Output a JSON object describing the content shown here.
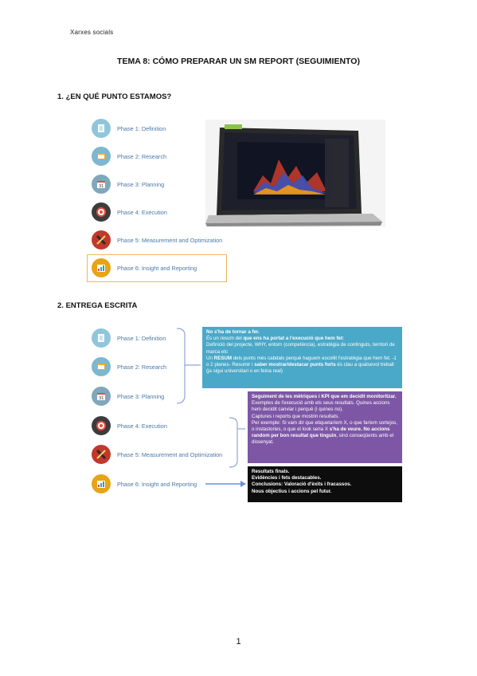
{
  "header": {
    "text": "Xarxes socials"
  },
  "title": "TEMA 8: CÓMO PREPARAR UN SM REPORT (SEGUIMIENTO)",
  "section1": {
    "number": "1.",
    "heading": "¿EN QUÉ PUNTO ESTAMOS?"
  },
  "section2": {
    "number": "2.",
    "heading": "ENTREGA ESCRITA"
  },
  "phases": [
    {
      "label": "Phase 1: Definition",
      "icon": "notebook-icon"
    },
    {
      "label": "Phase 2: Research",
      "icon": "browser-window-icon"
    },
    {
      "label": "Phase 3: Planning",
      "icon": "calendar-icon"
    },
    {
      "label": "Phase 4: Execution",
      "icon": "target-icon"
    },
    {
      "label": "Phase 5: Measurement and Optimization",
      "icon": "ruler-pencil-icon"
    },
    {
      "label": "Phase 6: Insight and Reporting",
      "icon": "bar-chart-icon"
    }
  ],
  "boxes": {
    "blue": {
      "l1": "No s'ha de tornar a fer.",
      "l2a": "És un resum del ",
      "l2b": "que ens ha portat a l'execució que hem fet:",
      "l3": "Definició del projecte, WHY, entorn (competència), estratègia de continguts, territori de marca etc",
      "l4a": "Un ",
      "l4b": "RESUM",
      "l4c": " dels punts més cabdals perquè haguem escollit l'estratègia que hem fet. -1 o 2 planes-  Resumir i ",
      "l4d": "saber mostrar/destacar punts forts",
      "l4e": " és clau a qualsevol treball (ja sigui universitari o en feina real)"
    },
    "purple": {
      "l1": "Seguiment de les mètriques i KPI que em decidit monitoritzar.",
      "l2": "Exemples de l'execució amb els seus resultats. Quines accions hem decidit canviar i perquè (i quines no).",
      "l3": "Captures i reports que mostrin resultats.",
      "l4a": "Per exemple: Si vam dir que etiquetaríem X, o que faríem sortejos, o instastories, o que el look seria X ",
      "l4b": "s'ha de veure. No accions random per bon resultat que tinguin",
      "l4c": ", sinó conseqüents amb el dissenyat."
    },
    "black": {
      "l1": "Resultats finals.",
      "l2": "Evidències i fets destacables.",
      "l3": "Conclusions: Valoració d'èxits i fracassos.",
      "l4": "Nous objectius i accions pel futur."
    }
  },
  "page_number": "1"
}
